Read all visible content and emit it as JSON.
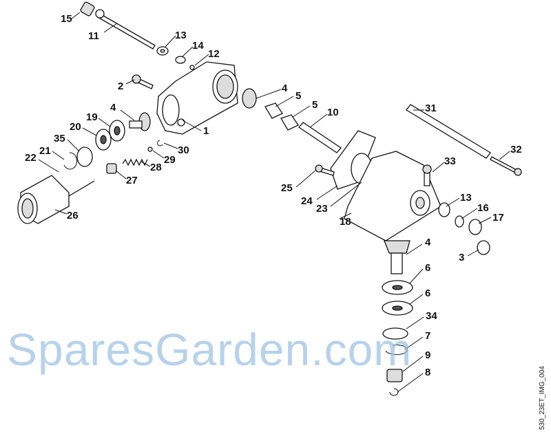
{
  "diagram": {
    "watermark": "SparesGarden.com",
    "image_code": "530_23ET_IMG_004",
    "labels": [
      "15",
      "11",
      "13",
      "14",
      "12",
      "2",
      "4",
      "19",
      "20",
      "35",
      "21",
      "22",
      "1",
      "30",
      "29",
      "28",
      "27",
      "26",
      "4",
      "5",
      "5",
      "10",
      "31",
      "32",
      "33",
      "25",
      "24",
      "23",
      "18",
      "13",
      "16",
      "17",
      "3",
      "4",
      "6",
      "6",
      "34",
      "7",
      "9",
      "8"
    ]
  }
}
